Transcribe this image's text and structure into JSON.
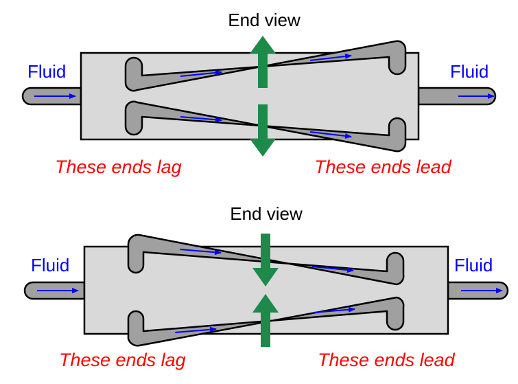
{
  "diagrams": [
    {
      "id": "top",
      "title": "End view",
      "inlet_label": "Fluid",
      "outlet_label": "Fluid",
      "left_note": "These ends lag",
      "right_note": "These ends lead",
      "green_arrows": "diverging"
    },
    {
      "id": "bottom",
      "title": "End view",
      "inlet_label": "Fluid",
      "outlet_label": "Fluid",
      "left_note": "These ends lag",
      "right_note": "These ends lead",
      "green_arrows": "converging"
    }
  ],
  "colors": {
    "fluid_text": "#0000ff",
    "note_text": "#ff0000",
    "motion_arrow": "#1e8a4a",
    "housing": "#d9d9d9",
    "tube": "#a0a0a0"
  }
}
